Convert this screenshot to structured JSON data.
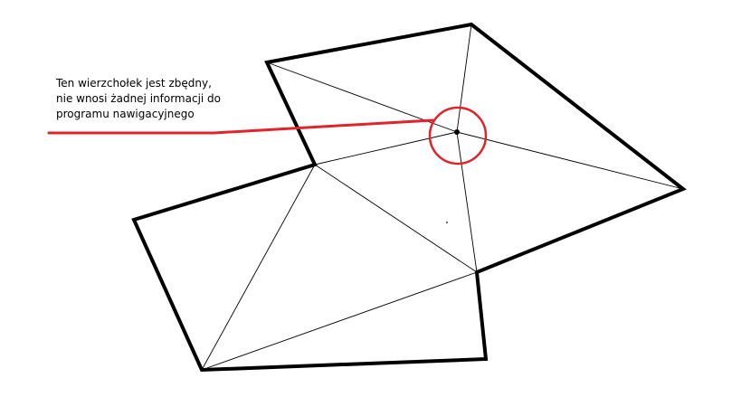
{
  "annotation": {
    "lines": [
      "Ten wierzchołek jest zbędny,",
      "nie wnosi żadnej informacji do",
      "programu nawigacyjnego"
    ]
  },
  "colors": {
    "outline": "#000000",
    "edges": "#000000",
    "highlight": "#e0242b",
    "background": "#ffffff"
  }
}
